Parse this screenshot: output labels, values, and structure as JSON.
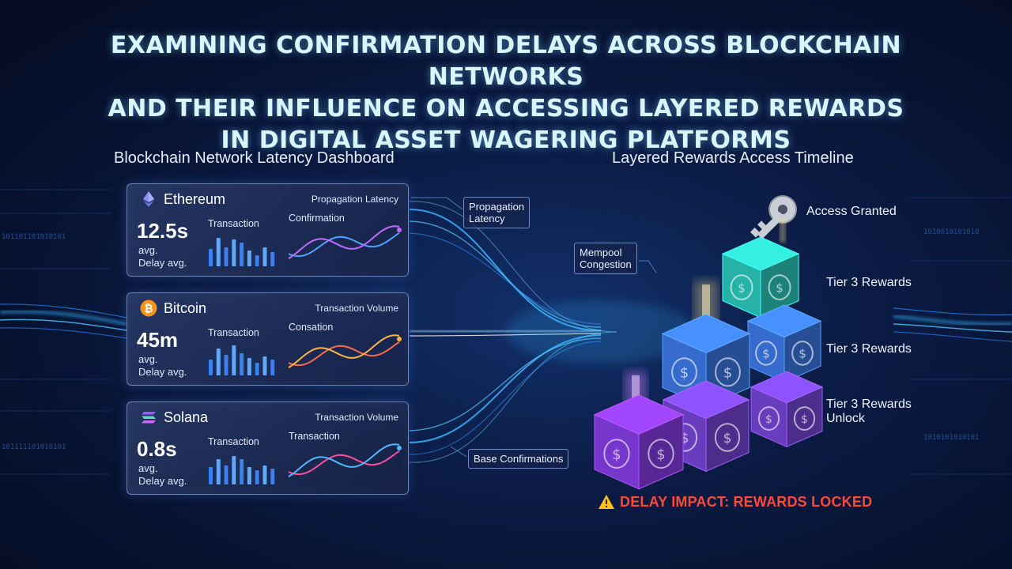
{
  "title_lines": [
    "EXAMINING CONFIRMATION DELAYS ACROSS BLOCKCHAIN NETWORKS",
    "AND THEIR INFLUENCE ON ACCESSING LAYERED REWARDS",
    "IN DIGITAL ASSET WAGERING PLATFORMS"
  ],
  "dashboard": {
    "heading": "Blockchain Network Latency Dashboard",
    "cards": [
      {
        "name": "Ethereum",
        "icon": "ethereum-icon",
        "value": "12.5s",
        "avg_line1": "avg.",
        "avg_line2": "Delay avg.",
        "bar_label": "Transaction",
        "right_top": "Propagation Latency",
        "right_sub": "Confirmation",
        "bars": [
          0.55,
          0.9,
          0.6,
          0.85,
          0.75,
          0.5,
          0.35,
          0.6,
          0.45
        ],
        "colors": [
          "#4fa3ff",
          "#c06bff"
        ]
      },
      {
        "name": "Bitcoin",
        "icon": "bitcoin-icon",
        "value": "45m",
        "avg_line1": "avg.",
        "avg_line2": "Delay avg.",
        "bar_label": "Transaction",
        "right_top": "Transaction Volume",
        "right_sub": "Consation",
        "bars": [
          0.5,
          0.85,
          0.65,
          0.95,
          0.7,
          0.55,
          0.4,
          0.6,
          0.5
        ],
        "colors": [
          "#ff6a4a",
          "#ffb347"
        ]
      },
      {
        "name": "Solana",
        "icon": "solana-icon",
        "value": "0.8s",
        "avg_line1": "avg.",
        "avg_line2": "Delay avg.",
        "bar_label": "Transaction",
        "right_top": "Transaction Volume",
        "right_sub": "Transaction",
        "bars": [
          0.55,
          0.8,
          0.6,
          0.9,
          0.8,
          0.55,
          0.45,
          0.6,
          0.5
        ],
        "colors": [
          "#ff4f9a",
          "#4fb8ff"
        ]
      }
    ]
  },
  "callouts": {
    "propagation_line1": "Propagation",
    "propagation_line2": "Latency",
    "mempool_line1": "Mempool",
    "mempool_line2": "Congestion",
    "base": "Base Confirmations"
  },
  "rewards": {
    "heading": "Layered Rewards Access Timeline",
    "access": "Access Granted",
    "tier_top": "Tier 3 Rewards",
    "tier_mid": "Tier 3 Rewards",
    "tier_low_line1": "Tier 3 Rewards",
    "tier_low_line2": "Unlock",
    "warning": "DELAY IMPACT: REWARDS LOCKED",
    "cube_colors": {
      "teal": "#2ed1c4",
      "blue": "#3f7df0",
      "purple": "#7a48e0",
      "violet": "#8c3ff0"
    }
  },
  "accent_colors": {
    "stream": "#39b6ff",
    "warning": "#ff4a3a",
    "key": "#c8cdd6"
  }
}
